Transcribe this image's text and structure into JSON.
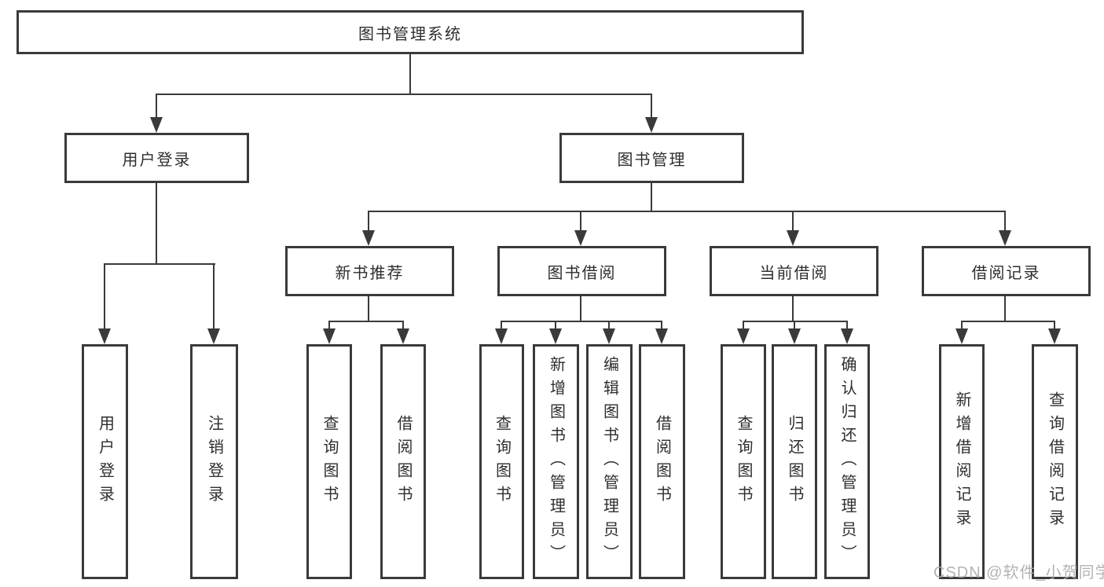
{
  "tree": {
    "root": "图书管理系统",
    "branches": [
      {
        "label": "用户登录",
        "children": [
          "用户登录",
          "注销登录"
        ]
      },
      {
        "label": "图书管理",
        "groups": [
          {
            "label": "新书推荐",
            "children": [
              "查询图书",
              "借阅图书"
            ]
          },
          {
            "label": "图书借阅",
            "children": [
              "查询图书",
              "新增图书（管理员）",
              "编辑图书（管理员）",
              "借阅图书"
            ]
          },
          {
            "label": "当前借阅",
            "children": [
              "查询图书",
              "归还图书",
              "确认归还（管理员）"
            ]
          },
          {
            "label": "借阅记录",
            "children": [
              "新增借阅记录",
              "查询借阅记录"
            ]
          }
        ]
      }
    ]
  },
  "watermark": "CSDN @软件_小贺同学",
  "colors": {
    "line": "#3a3a3a",
    "text": "#2e2e2e",
    "watermark": "#ababab",
    "background": "#ffffff"
  }
}
